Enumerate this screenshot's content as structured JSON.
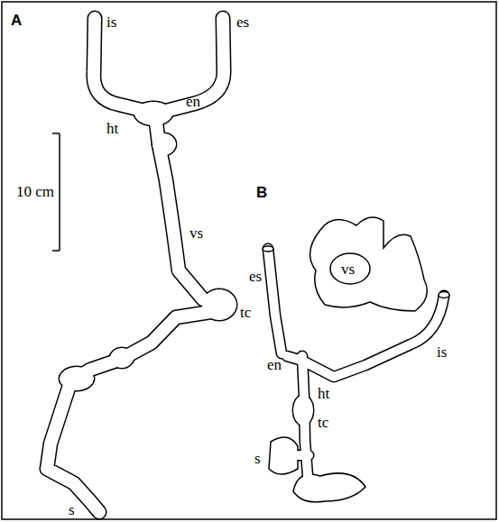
{
  "diagram": {
    "labels": [
      "A",
      "is",
      "es",
      "ht",
      "en",
      "10 cm",
      "vs",
      "tc",
      "s",
      "B",
      "es",
      "vs",
      "is",
      "en",
      "ht",
      "tc",
      "s"
    ]
  }
}
